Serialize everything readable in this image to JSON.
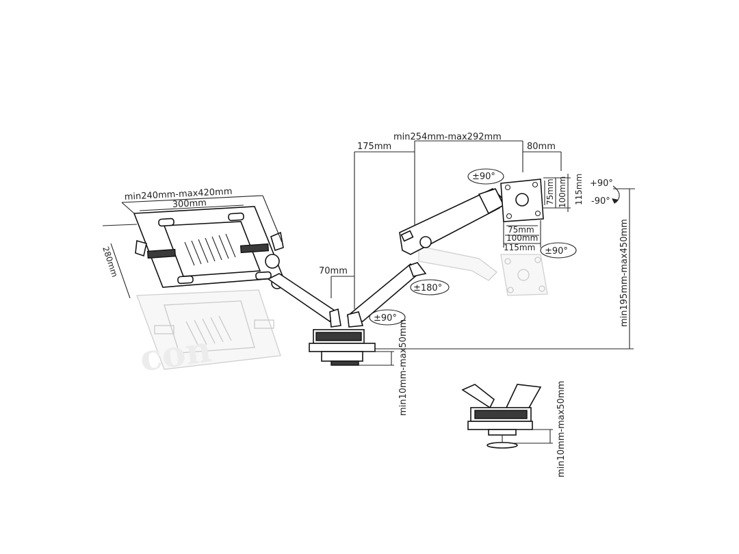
{
  "dimensions": {
    "arm_reach": "min254mm-max292mm",
    "arm_segment": "175mm",
    "head_offset": "80mm",
    "tray_width": "min240mm-max420mm",
    "tray_inner": "300mm",
    "tray_depth": "280mm",
    "pole_offset": "70mm",
    "height_range": "min195mm-max450mm",
    "clamp_range_main": "min10mm-max50mm",
    "clamp_range_detail": "min10mm-max50mm",
    "vesa_v75": "75mm",
    "vesa_v100": "100mm",
    "vesa_v115": "115mm",
    "vesa_h75": "75mm",
    "vesa_h100": "100mm",
    "vesa_h115": "115mm"
  },
  "rotations": {
    "head_swivel": "±90°",
    "tilt_up": "+90°",
    "tilt_down": "-90°",
    "vesa_rotate": "±90°",
    "elbow_rotate": "±180°",
    "base_rotate": "±90°"
  }
}
